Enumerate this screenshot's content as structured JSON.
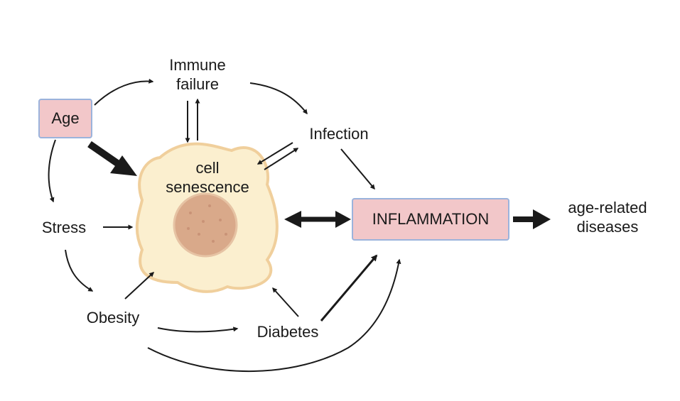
{
  "nodes": {
    "age": "Age",
    "immune_line1": "Immune",
    "immune_line2": "failure",
    "infection": "Infection",
    "cell_line1": "cell",
    "cell_line2": "senescence",
    "stress": "Stress",
    "obesity": "Obesity",
    "diabetes": "Diabetes",
    "inflammation": "INFLAMMATION",
    "disease_line1": "age-related",
    "disease_line2": "diseases"
  },
  "colors": {
    "box_fill": "#f2c7c9",
    "box_border": "#9bb3dc",
    "cell_fill": "#fbefcf",
    "cell_border": "#f0cf9c",
    "nucleus": "#d9a98a",
    "arrow": "#1a1a1a"
  }
}
